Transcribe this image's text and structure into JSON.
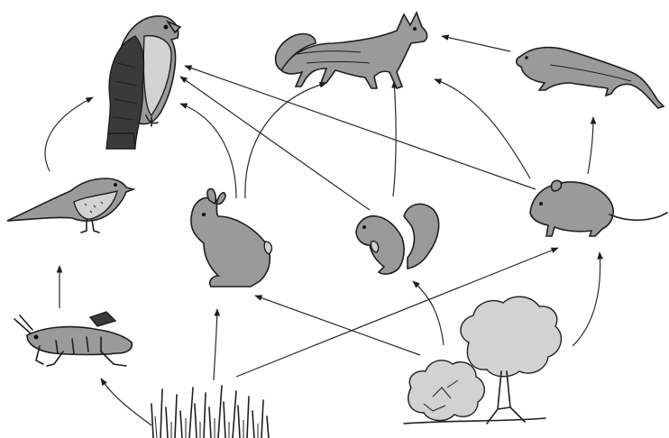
{
  "diagram": {
    "type": "food-web",
    "organisms": [
      {
        "id": "hawk",
        "icon": "hawk-icon"
      },
      {
        "id": "fox",
        "icon": "fox-icon"
      },
      {
        "id": "weasel",
        "icon": "weasel-icon"
      },
      {
        "id": "songbird",
        "icon": "songbird-icon"
      },
      {
        "id": "rabbit",
        "icon": "rabbit-icon"
      },
      {
        "id": "squirrel",
        "icon": "squirrel-icon"
      },
      {
        "id": "mouse",
        "icon": "mouse-icon"
      },
      {
        "id": "grasshopper",
        "icon": "grasshopper-icon"
      },
      {
        "id": "grass",
        "icon": "grass-icon"
      },
      {
        "id": "trees",
        "icon": "trees-icon"
      }
    ],
    "arrows": [
      {
        "from": "songbird",
        "to": "hawk"
      },
      {
        "from": "rabbit",
        "to": "hawk"
      },
      {
        "from": "squirrel",
        "to": "hawk"
      },
      {
        "from": "mouse",
        "to": "hawk"
      },
      {
        "from": "rabbit",
        "to": "fox"
      },
      {
        "from": "squirrel",
        "to": "fox"
      },
      {
        "from": "mouse",
        "to": "fox"
      },
      {
        "from": "weasel",
        "to": "fox"
      },
      {
        "from": "mouse",
        "to": "weasel"
      },
      {
        "from": "grasshopper",
        "to": "songbird"
      },
      {
        "from": "grass",
        "to": "grasshopper"
      },
      {
        "from": "grass",
        "to": "rabbit"
      },
      {
        "from": "grass",
        "to": "mouse"
      },
      {
        "from": "trees",
        "to": "rabbit"
      },
      {
        "from": "trees",
        "to": "squirrel"
      },
      {
        "from": "trees",
        "to": "mouse"
      }
    ]
  }
}
